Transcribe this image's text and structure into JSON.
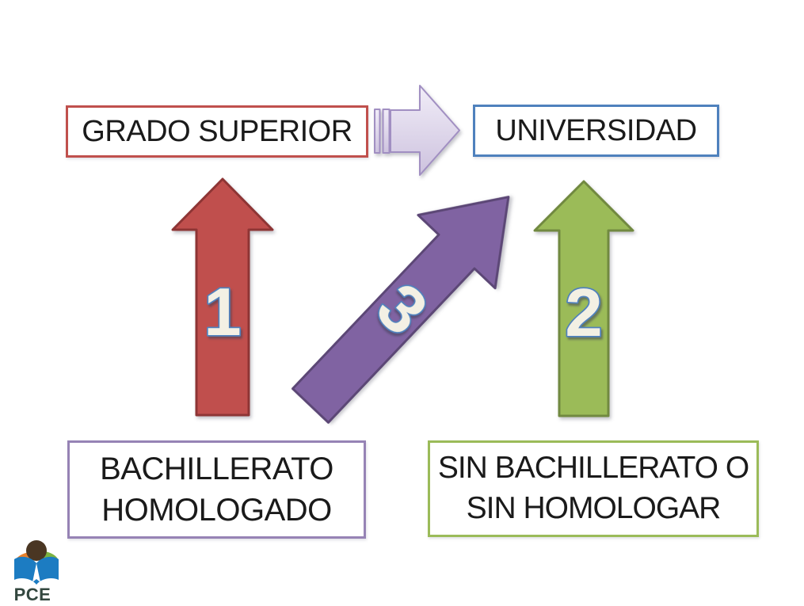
{
  "slide": {
    "background": "#FFFFFF"
  },
  "boxes": {
    "grado_superior": {
      "label": "GRADO SUPERIOR",
      "border_color": "#C0504D"
    },
    "universidad": {
      "label": "UNIVERSIDAD",
      "border_color": "#4F81BD"
    },
    "bachillerato_homologado": {
      "lines": [
        "BACHILLERATO",
        "HOMOLOGADO"
      ],
      "border_color": "#9683B5"
    },
    "sin_bachillerato": {
      "lines": [
        "SIN BACHILLERATO O",
        "SIN HOMOLOGAR"
      ],
      "border_color": "#9BBB59"
    }
  },
  "arrows": {
    "striped_transition": {
      "fill_light": "#F1EDF8",
      "fill_dark": "#CDC2DE",
      "stroke": "#A18FC2"
    },
    "path_1": {
      "number": "1",
      "fill": "#C0504D",
      "stroke": "#8E3634"
    },
    "path_2": {
      "number": "2",
      "fill": "#9BBB59",
      "stroke": "#71893F"
    },
    "path_3": {
      "number": "3",
      "fill": "#8064A2",
      "stroke": "#5C4776"
    }
  },
  "number_style": {
    "fill": "#F3F0E4",
    "stroke": "#4F81BD"
  },
  "logo": {
    "text": "PCE",
    "text_color": "#33473F",
    "book_color": "#1C7CC2",
    "head_color": "#4A3623",
    "leaf_left_color": "#E8812C",
    "leaf_right_color": "#7CB342"
  }
}
